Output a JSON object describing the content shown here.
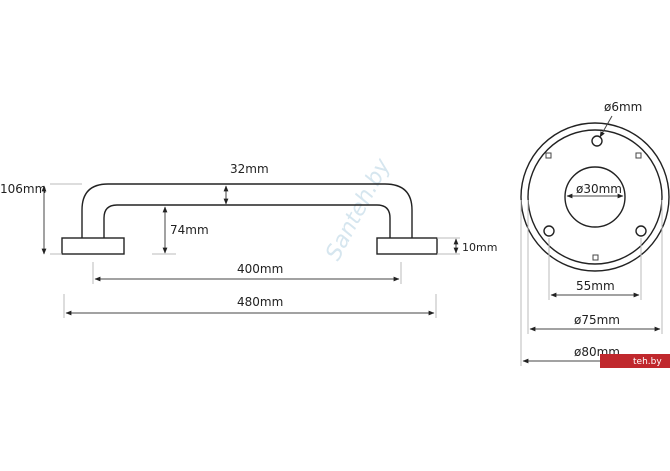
{
  "dimensions": {
    "total_height": "106mm",
    "tube_diameter": "32mm",
    "inner_height": "74mm",
    "base_thickness": "10mm",
    "center_distance": "400mm",
    "total_length": "480mm",
    "screw_hole": "ø6mm",
    "center_hole": "ø30mm",
    "hole_spacing": "55mm",
    "plate_diameter": "ø75mm",
    "cover_diameter": "ø80mm"
  },
  "watermark": "Santeh.by",
  "badge": "teh.by",
  "colors": {
    "line": "#222222",
    "badge": "#c0282d",
    "watermark": "#d6e6ef"
  }
}
